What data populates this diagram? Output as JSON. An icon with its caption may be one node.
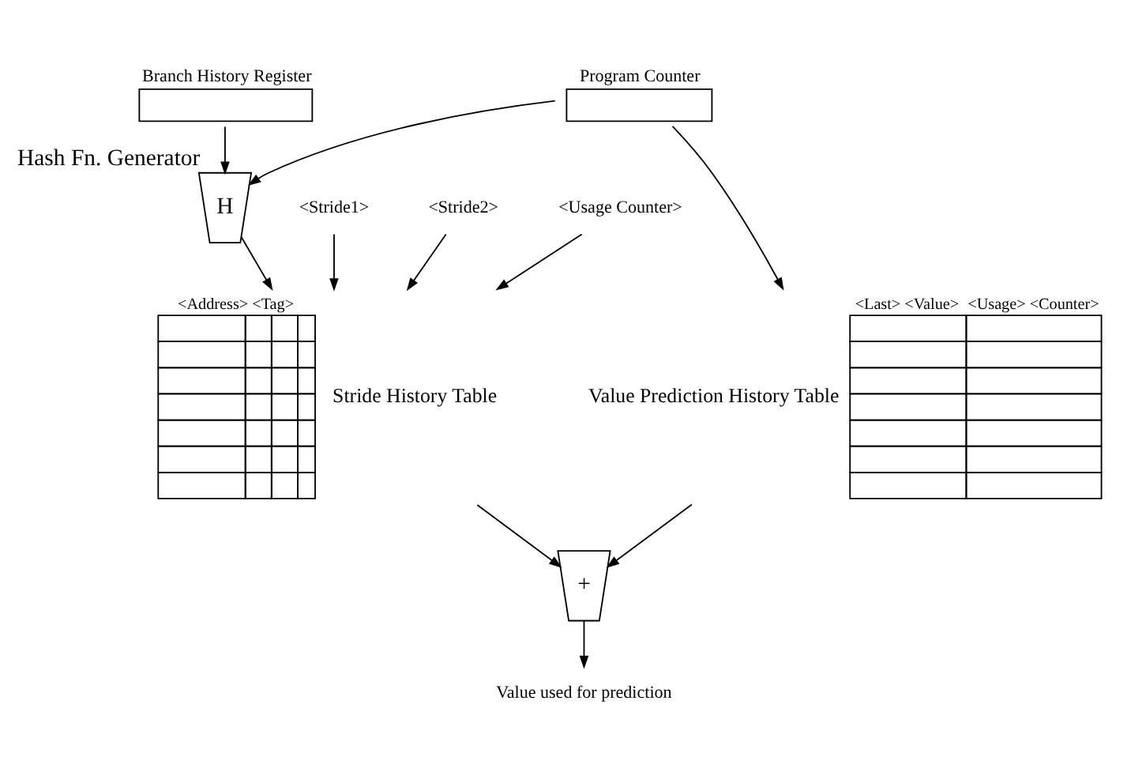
{
  "diagram": {
    "nodes": [
      {
        "text": [
          "Program Counter"
        ]
      },
      {
        "text": [
          "Branch History Register"
        ]
      },
      {
        "text": [
          "H"
        ],
        "beside": [
          "Hash Fn. Generator"
        ]
      },
      {
        "text": [
          "<Last> <Value>",
          "<Usage> <Counter>"
        ],
        "beside": [
          "Value Prediction History Table"
        ]
      },
      {
        "text": [
          "<Address> <Tag>"
        ],
        "beside": [
          "Stride History Table"
        ]
      },
      {
        "text": [
          "<Stride1>"
        ]
      },
      {
        "text": [
          "<Stride2>"
        ]
      },
      {
        "text": [
          "<Usage Counter>"
        ]
      },
      {
        "text": [
          "+"
        ]
      },
      {
        "text": [
          "Value used for prediction"
        ]
      }
    ],
    "edges": [
      {
        "from": 0,
        "to": 3,
        "arrow": "to"
      },
      {
        "from": 0,
        "to": 2,
        "arrow": "to"
      },
      {
        "from": 1,
        "to": 2,
        "arrow": "to"
      },
      {
        "from": 2,
        "to": 4,
        "arrow": "to"
      },
      {
        "from": 5,
        "to": 4,
        "arrow": "to"
      },
      {
        "from": 6,
        "to": 4,
        "arrow": "to"
      },
      {
        "from": 7,
        "to": 4,
        "arrow": "to"
      },
      {
        "from": 3,
        "to": 8,
        "arrow": "to"
      },
      {
        "from": 4,
        "to": 8,
        "arrow": "to"
      },
      {
        "from": 8,
        "to": 9,
        "arrow": "to"
      }
    ]
  }
}
